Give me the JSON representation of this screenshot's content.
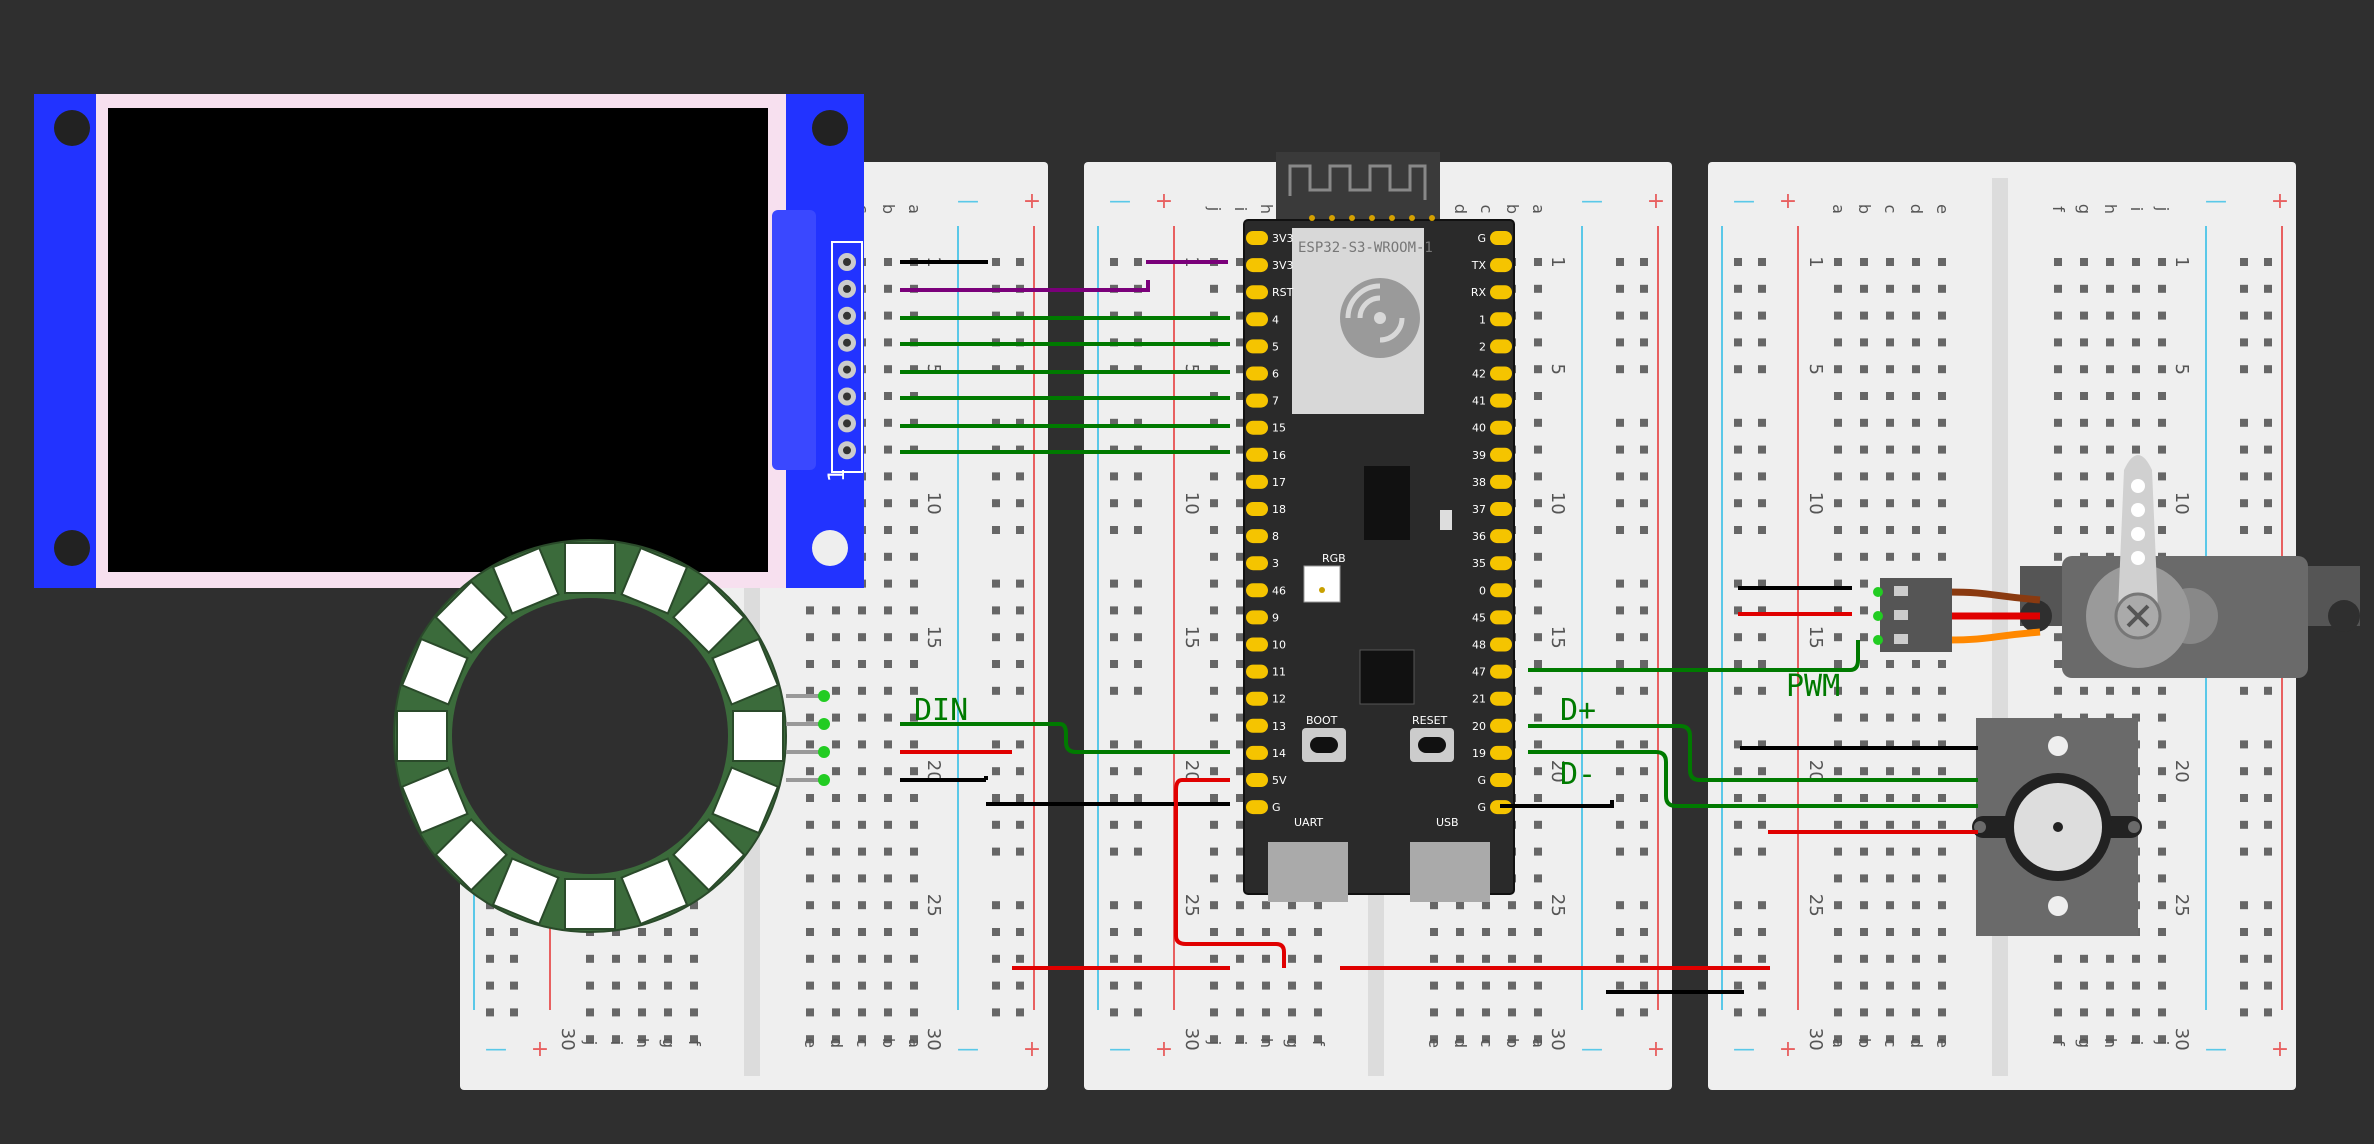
{
  "breadboard": {
    "row_numbers": [
      "1",
      "5",
      "10",
      "15",
      "20",
      "25",
      "30"
    ],
    "rail_plus": "+",
    "rail_minus": "—",
    "col_letters_top": [
      "a",
      "b",
      "c",
      "d",
      "e",
      "f",
      "g",
      "h",
      "i",
      "j"
    ],
    "col_letters_side": [
      "j",
      "i",
      "h",
      "g",
      "f",
      "e",
      "d",
      "c",
      "b",
      "a"
    ]
  },
  "mcu": {
    "module_label": "ESP32-S3-WROOM-1",
    "left_pins": [
      "3V3",
      "3V3",
      "RST",
      "4",
      "5",
      "6",
      "7",
      "15",
      "16",
      "17",
      "18",
      "8",
      "3",
      "46",
      "9",
      "10",
      "11",
      "12",
      "13",
      "14",
      "5V",
      "G"
    ],
    "right_pins": [
      "G",
      "TX",
      "RX",
      "1",
      "2",
      "42",
      "41",
      "40",
      "39",
      "38",
      "37",
      "36",
      "35",
      "0",
      "45",
      "48",
      "47",
      "21",
      "20",
      "19",
      "G",
      "G"
    ],
    "rgb_label": "RGB",
    "boot_label": "BOOT",
    "reset_label": "RESET",
    "uart_label": "UART",
    "usb_label": "USB"
  },
  "display": {
    "pin_one_label": "1"
  },
  "annotations": {
    "din": "DIN",
    "dplus": "D+",
    "dminus": "D-",
    "pwm": "PWM"
  },
  "colors": {
    "background": "#2f2f2f",
    "breadboard": "#efefef",
    "wire_green": "#007a00",
    "wire_red": "#e00000",
    "wire_black": "#000000",
    "wire_purple": "#7a007a",
    "display_blue": "#2233ff",
    "ring_green": "#3b6b3b",
    "mcu_board": "#2a2a2a",
    "pin_yellow": "#f5c400"
  }
}
